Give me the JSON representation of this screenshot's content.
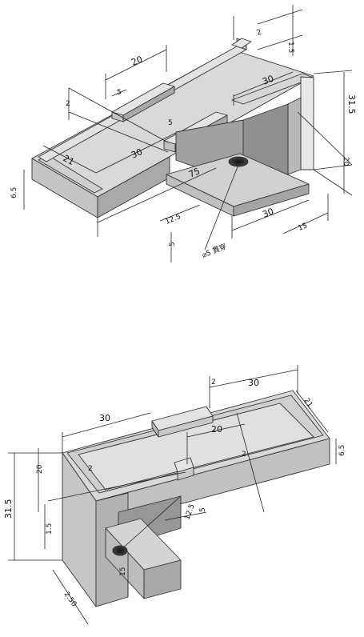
{
  "top_view": {
    "dims": {
      "d2_top": "2",
      "d15_top": "1.5",
      "d20": "20",
      "d5a": "5",
      "d2_left": "2",
      "d5b": "5",
      "d30_top": "30",
      "d315": "31.5",
      "d20_right": "20",
      "d21": "21",
      "d30_mid": "30",
      "d75": "75",
      "d65": "6.5",
      "d125": "12.5",
      "d30_bot": "30",
      "d15_bot": "15",
      "d5_bot": "5"
    },
    "hole_note": "⌀5 貫穿"
  },
  "bottom_view": {
    "dims": {
      "d30_top": "30",
      "d2_top": "2",
      "d21": "21",
      "d30_left": "30",
      "d20": "20",
      "d2_mid": "2",
      "d2_right": "2",
      "d65": "6.5",
      "d315": "31.5",
      "d20_left": "20",
      "d15": "1.5",
      "d5": "5",
      "d125": "12.5",
      "d15_bot": "15",
      "d250": "2.50"
    }
  }
}
